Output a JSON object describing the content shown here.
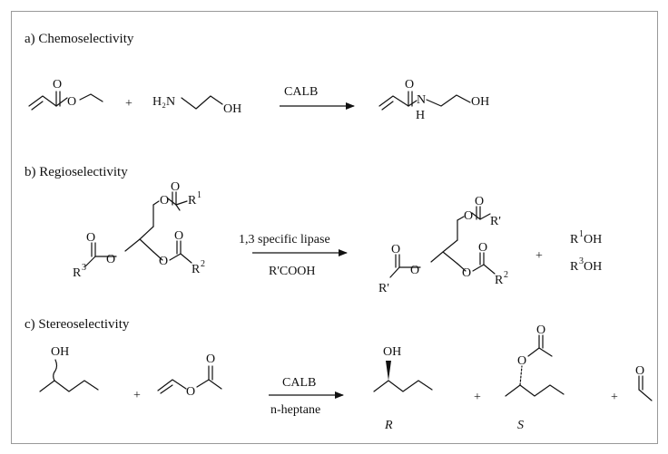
{
  "sections": {
    "a": {
      "title": "a) Chemoselectivity"
    },
    "b": {
      "title": "b) Regioselectivity"
    },
    "c": {
      "title": "c) Stereoselectivity"
    }
  },
  "reaction_a": {
    "catalyst": "CALB",
    "reactant1": {
      "O_carbonyl": "O",
      "O_ester": "O"
    },
    "reactant2": {
      "H2N": "H₂N",
      "OH": "OH"
    },
    "product": {
      "O": "O",
      "N": "N",
      "H": "H",
      "OH": "OH"
    },
    "plus": "+"
  },
  "reaction_b": {
    "reagent_above": "1,3 specific lipase",
    "reagent_below": "R'COOH",
    "reactant": {
      "O": "O",
      "R1": "R",
      "R1_sup": "1",
      "R2": "R",
      "R2_sup": "2",
      "R3": "R",
      "R3_sup": "3"
    },
    "product": {
      "O": "O",
      "Rp": "R'",
      "R2": "R",
      "R2_sup": "2"
    },
    "plus": "+",
    "byproduct1": {
      "R": "R",
      "sup": "1",
      "rest": "OH"
    },
    "byproduct2": {
      "R": "R",
      "sup": "3",
      "rest": "OH"
    }
  },
  "reaction_c": {
    "catalyst": "CALB",
    "solvent": "n-heptane",
    "reactant1": {
      "OH": "OH"
    },
    "reactant2": {
      "O": "O"
    },
    "product_R": {
      "OH": "OH",
      "label": "R"
    },
    "product_S": {
      "O": "O",
      "label": "S"
    },
    "product3": {
      "O": "O"
    },
    "plus": "+"
  },
  "colors": {
    "ink": "#111111",
    "frame": "#999999",
    "background": "#ffffff"
  }
}
